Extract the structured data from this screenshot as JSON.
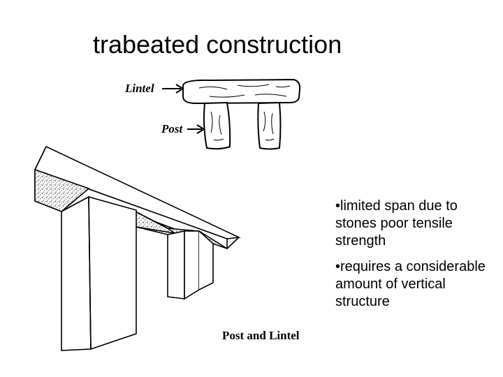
{
  "slide": {
    "title": "trabeated construction",
    "bullets": [
      "•limited span due to stones poor tensile strength",
      "•requires a considerable amount of vertical structure"
    ]
  },
  "illustration": {
    "top_labels": {
      "lintel": "Lintel",
      "post": "Post"
    },
    "caption": "Post and Lintel"
  }
}
